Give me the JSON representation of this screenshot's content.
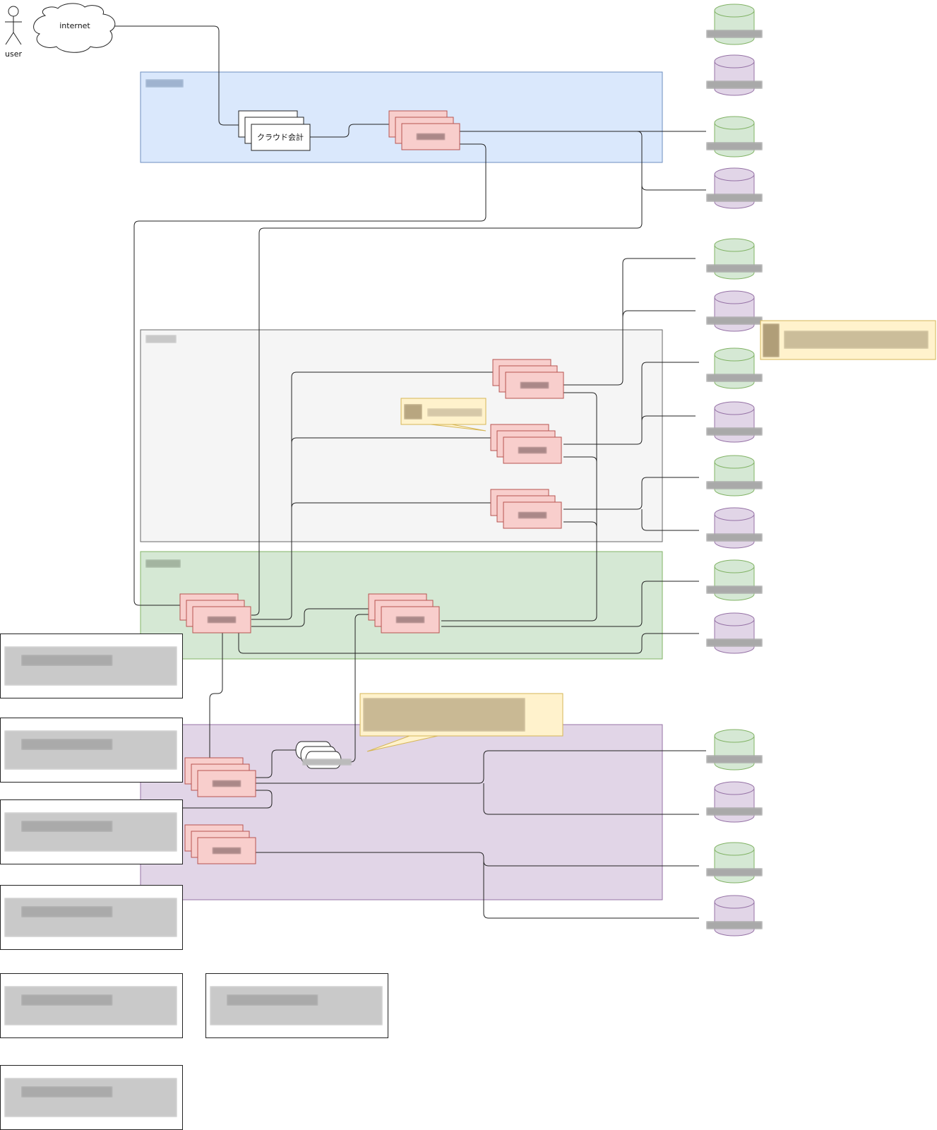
{
  "actor": {
    "label": "user",
    "icon": "stick-figure-icon"
  },
  "cloud": {
    "label": "internet",
    "icon": "cloud-icon"
  },
  "main_app": {
    "label": "クラウド会計"
  },
  "colors": {
    "zone_blue": "#dae8fc",
    "zone_blue_border": "#6c8ebf",
    "zone_gray": "#f5f5f5",
    "zone_gray_border": "#666666",
    "zone_green": "#d5e8d4",
    "zone_green_border": "#82b366",
    "zone_purple": "#e1d5e7",
    "zone_purple_border": "#9673a6",
    "service": "#f8cecc",
    "service_border": "#b85450",
    "note": "#fff2cc",
    "note_border": "#d6b656",
    "db_green": "#d5e8d4",
    "db_purple": "#e1d5e7"
  },
  "redacted_notice": "All other labels in the original are pixelated/blurred and not legible"
}
